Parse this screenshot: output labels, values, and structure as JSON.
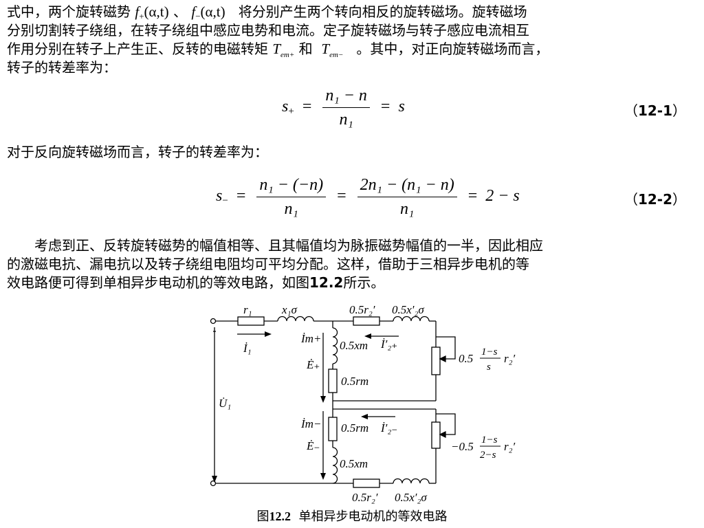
{
  "paragraph1": {
    "line1_a": "式中，两个旋转磁势",
    "line1_sep": "、",
    "line1_b": "将分别产生两个转向相反的旋转磁场。旋转磁场",
    "line2": "分别切割转子绕组，在转子绕组中感应电势和电流。定子旋转磁场与转子感应电流相互",
    "line3_a": "作用分别在转子上产生正、反转的电磁转矩",
    "line3_and": "和",
    "line3_b": "。其中，对正向旋转磁场而言，",
    "line4": "转子的转差率为："
  },
  "math": {
    "f_plus": "f",
    "f_plus_sub": "+",
    "f_args": "(α,t)",
    "f_minus": "f",
    "f_minus_sub": "−",
    "T_em_plus": "T",
    "T_em_plus_sub": "em+",
    "T_em_minus": "T",
    "T_em_minus_sub": "em−"
  },
  "equation1": {
    "lhs": "s",
    "lhs_sub": "+",
    "eq": "=",
    "num": "n₁ − n",
    "den": "n₁",
    "eq2": "=",
    "rhs": "s",
    "number": "12-1",
    "bracket_open": "（",
    "bracket_close": "）"
  },
  "paragraph2": {
    "text": "对于反向旋转磁场而言，转子的转差率为："
  },
  "equation2": {
    "lhs": "s",
    "lhs_sub": "−",
    "eq": "=",
    "frac1_num": "n₁ − (−n)",
    "frac1_den": "n₁",
    "eq2": "=",
    "frac2_num": "2n₁ − (n₁ − n)",
    "frac2_den": "n₁",
    "eq3": "=",
    "rhs": "2 − s",
    "number": "12-2",
    "bracket_open": "（",
    "bracket_close": "）"
  },
  "paragraph3": {
    "line1": "考虑到正、反转旋转磁势的幅值相等、且其幅值均为脉振磁势幅值的一半，因此相应",
    "line2": "的激磁电抗、漏电抗以及转子绕组电阻均可平均分配。这样，借助于三相异步电机的等",
    "line3_a": "效电路便可得到单相异步电动机的等效电路，如图",
    "line3_ref": "12.2",
    "line3_b": "所示。"
  },
  "circuit": {
    "r1": "r₁",
    "x1s": "x₁σ",
    "r2_top": "0.5r₂′",
    "x2_top": "0.5x′₂σ",
    "I1": "İ₁",
    "Im_plus": "İm+",
    "E_plus": "Ė₊",
    "xm_top": "0.5xm",
    "rm_top": "0.5rm",
    "I2_plus": "İ′₂₊",
    "load_top_coef": "0.5",
    "load_top_num": "1−s",
    "load_top_den": "s",
    "load_top_r": "r₂′",
    "U1": "U̇₁",
    "Im_minus": "İm−",
    "E_minus": "Ė₋",
    "rm_bot": "0.5rm",
    "xm_bot": "0.5xm",
    "I2_minus": "İ′₂₋",
    "load_bot_coef": "−0.5",
    "load_bot_num": "1−s",
    "load_bot_den": "2−s",
    "load_bot_r": "r₂′",
    "r2_bot": "0.5r₂′",
    "x2_bot": "0.5x′₂σ"
  },
  "caption": {
    "prefix": "图",
    "number": "12.2",
    "text": "单相异步电动机的等效电路"
  }
}
